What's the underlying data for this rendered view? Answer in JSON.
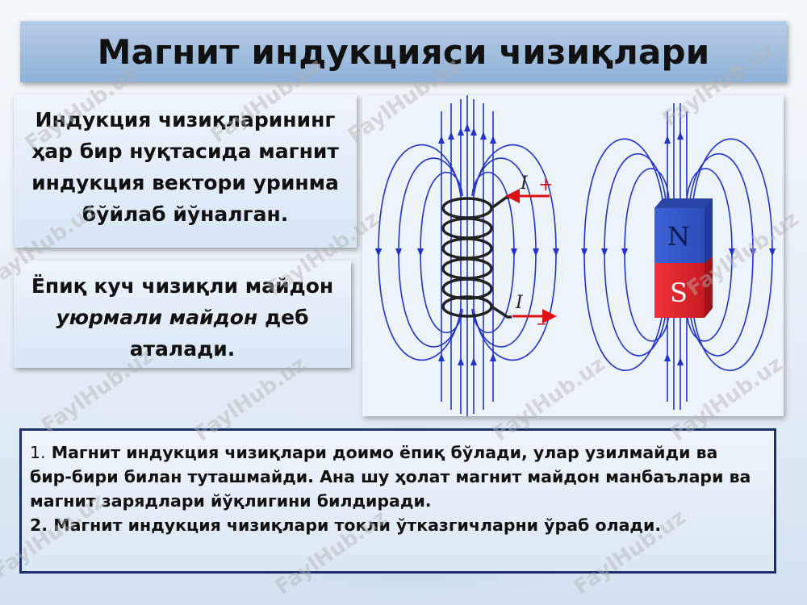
{
  "slide": {
    "title": "Магнит индукцияси чизиқлари"
  },
  "card1": {
    "lines": [
      "Индукция чизиқларининг",
      "ҳар бир нуқтасида магнит",
      "индукция вектори уринма",
      "бўйлаб йўналган."
    ]
  },
  "card2": {
    "line1": "Ёпиқ куч чизиқли майдон",
    "italic": "уюрмали майдон",
    "after_italic": " деб",
    "line3": "аталади."
  },
  "figure": {
    "current_label_top": "I",
    "plus_sign": "+",
    "current_label_bottom": "I",
    "minus_sign": "–",
    "magnet_north": "N",
    "magnet_south": "S",
    "colors": {
      "field_lines": "#2233cc",
      "coil": "#222222",
      "current_arrow": "#dd1111",
      "magnet_north": "#2f55c8",
      "magnet_south": "#e0232a"
    }
  },
  "notes": {
    "num1": "1.",
    "text1": " Магнит индукция чизиқлари доимо ёпиқ бўлади, улар узилмайди ва бир-бири билан туташмайди. Ана шу ҳолат магнит майдон манбаълари ва магнит зарядлари йўқлигини билдиради.",
    "text2": "2. Магнит индукция чизиқлари токли ўтказгичларни ўраб олади."
  },
  "watermark": {
    "text": "FaylHub.uz"
  }
}
